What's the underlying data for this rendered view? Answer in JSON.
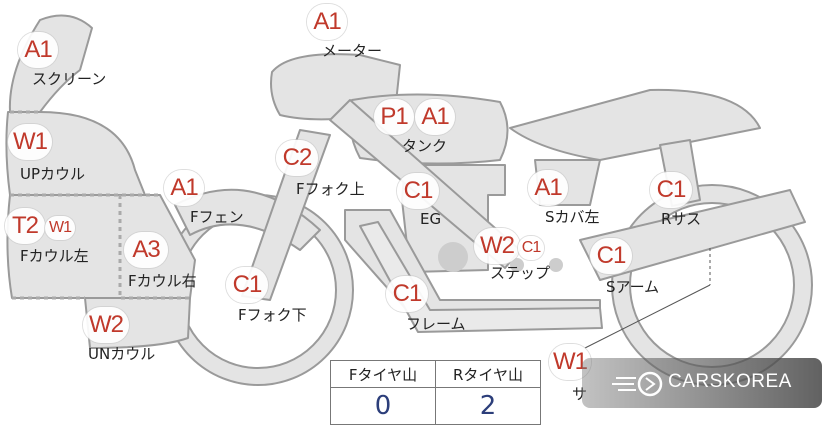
{
  "parts": [
    {
      "id": "screen",
      "code": "A1",
      "label": "スクリーン"
    },
    {
      "id": "meter",
      "code": "A1",
      "label": "メーター"
    },
    {
      "id": "up-cowl",
      "code": "W1",
      "label": "UPカウル"
    },
    {
      "id": "tank",
      "code": "P1",
      "code2": "A1",
      "label": "タンク"
    },
    {
      "id": "f-fork-up",
      "code": "C2",
      "label": "Fフォク上"
    },
    {
      "id": "f-fender",
      "code": "A1",
      "label": "Fフェン"
    },
    {
      "id": "eg",
      "code": "C1",
      "label": "EG"
    },
    {
      "id": "s-cover-l",
      "code": "A1",
      "label": "Sカバ左"
    },
    {
      "id": "r-sus",
      "code": "C1",
      "label": "Rサス"
    },
    {
      "id": "f-cowl-l",
      "code": "T2",
      "code2": "W1",
      "label": "Fカウル左"
    },
    {
      "id": "f-cowl-r",
      "code": "A3",
      "label": "Fカウル右"
    },
    {
      "id": "step",
      "code": "W2",
      "code2": "C1",
      "label": "ステップ"
    },
    {
      "id": "s-arm",
      "code": "C1",
      "label": "Sアーム"
    },
    {
      "id": "f-fork-down",
      "code": "C1",
      "label": "Fフォク下"
    },
    {
      "id": "frame",
      "code": "C1",
      "label": "フレーム"
    },
    {
      "id": "un-cowl",
      "code": "W2",
      "label": "UNカウル"
    },
    {
      "id": "seat",
      "code": "W1",
      "label": "サ"
    }
  ],
  "tyre_table": {
    "headers": [
      "Fタイヤ山",
      "Rタイヤ山"
    ],
    "values": [
      "0",
      "2"
    ]
  },
  "watermark": {
    "text": "CARSKOREA"
  },
  "colors": {
    "marker_text": "#c0392b",
    "tyre_value": "#2c3e7a",
    "silhouette_fill": "#e4e4e4",
    "silhouette_stroke": "#9a9a9a"
  }
}
